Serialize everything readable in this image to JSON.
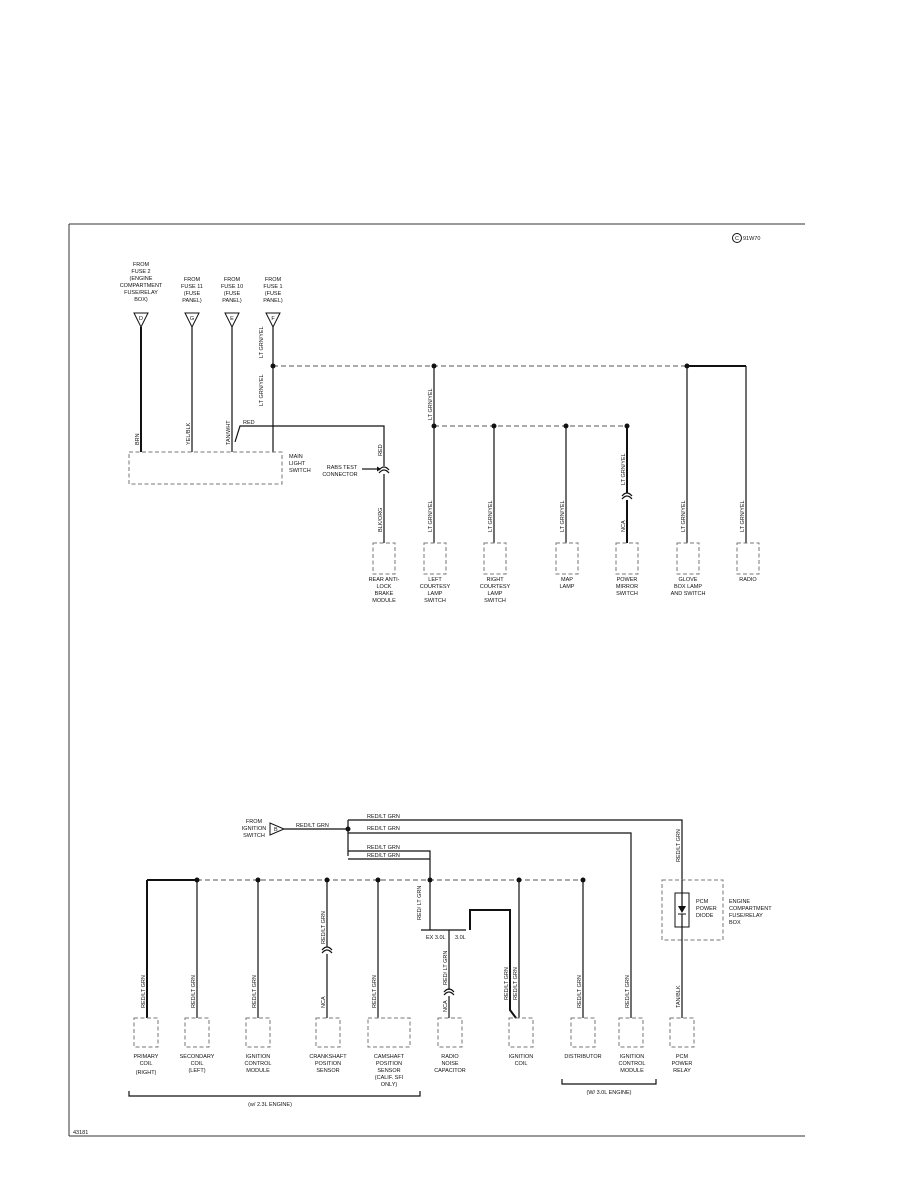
{
  "badge": "C",
  "badge_text": "91W70",
  "page_code": "43181",
  "top": {
    "fuses": [
      {
        "letter": "D",
        "lines": [
          "FROM",
          "FUSE 2",
          "(ENGINE",
          "COMPARTMENT",
          "FUSE/RELAY",
          "BOX)"
        ]
      },
      {
        "letter": "G",
        "lines": [
          "FROM",
          "FUSE 11",
          "(FUSE",
          "PANEL)"
        ]
      },
      {
        "letter": "E",
        "lines": [
          "FROM",
          "FUSE 10",
          "(FUSE",
          "PANEL)"
        ]
      },
      {
        "letter": "F",
        "lines": [
          "FROM",
          "FUSE 1",
          "(FUSE",
          "PANEL)"
        ]
      }
    ],
    "wires": {
      "brn": "BRN",
      "yel_blk": "YEL/BLK",
      "tan_wht": "TAN/WHT",
      "red": "RED",
      "red_v": "RED",
      "lt_grn_yel": "LT GRN/YEL",
      "blk_org": "BLK/ORG",
      "nca": "NCA"
    },
    "main_switch": [
      "MAIN",
      "LIGHT",
      "SWITCH"
    ],
    "rabs": [
      "RABS TEST",
      "CONNECTOR"
    ],
    "components": [
      {
        "lines": [
          "REAR ANTI-",
          "LOCK",
          "BRAKE",
          "MODULE"
        ]
      },
      {
        "lines": [
          "LEFT",
          "COURTESY",
          "LAMP",
          "SWITCH"
        ]
      },
      {
        "lines": [
          "RIGHT",
          "COURTESY",
          "LAMP",
          "SWITCH"
        ]
      },
      {
        "lines": [
          "MAP",
          "LAMP"
        ]
      },
      {
        "lines": [
          "POWER",
          "MIRROR",
          "SWITCH"
        ]
      },
      {
        "lines": [
          "GLOVE",
          "BOX LAMP",
          "AND SWITCH"
        ]
      },
      {
        "lines": [
          "RADIO"
        ]
      }
    ]
  },
  "bottom": {
    "from_ign": [
      "FROM",
      "IGNITION",
      "SWITCH"
    ],
    "ign_letter": "B",
    "wire": "RED/LT GRN",
    "wire_v": "RED/ LT GRN",
    "ex_label": "EX 3.0L",
    "l30_label": "3.0L",
    "nca": "NCA",
    "tan_blk": "TAN/BLK",
    "pcm_diode": [
      "PCM",
      "POWER",
      "DIODE"
    ],
    "ecfrb": [
      "ENGINE",
      "COMPARTMENT",
      "FUSE/RELAY",
      "BOX"
    ],
    "components": [
      {
        "lines": [
          "PRIMARY",
          "COIL",
          "(RIGHT)"
        ]
      },
      {
        "lines": [
          "SECONDARY",
          "COIL",
          "(LEFT)"
        ]
      },
      {
        "lines": [
          "IGNITION",
          "CONTROL",
          "MODULE"
        ]
      },
      {
        "lines": [
          "CRANKSHAFT",
          "POSITION",
          "SENSOR"
        ]
      },
      {
        "lines": [
          "CAMSHAFT",
          "POSITION",
          "SENSOR",
          "(CALIF. SFI",
          "ONLY)"
        ]
      },
      {
        "lines": [
          "RADIO",
          "NOISE",
          "CAPACITOR"
        ]
      },
      {
        "lines": [
          "IGNITION",
          "COIL"
        ]
      },
      {
        "lines": [
          "DISTRIBUTOR"
        ]
      },
      {
        "lines": [
          "IGNITION",
          "CONTROL",
          "MODULE"
        ]
      },
      {
        "lines": [
          "PCM",
          "POWER",
          "RELAY"
        ]
      }
    ],
    "group1": "(w/ 2.3L ENGINE)",
    "group2": "(W/ 3.0L ENGINE)"
  }
}
